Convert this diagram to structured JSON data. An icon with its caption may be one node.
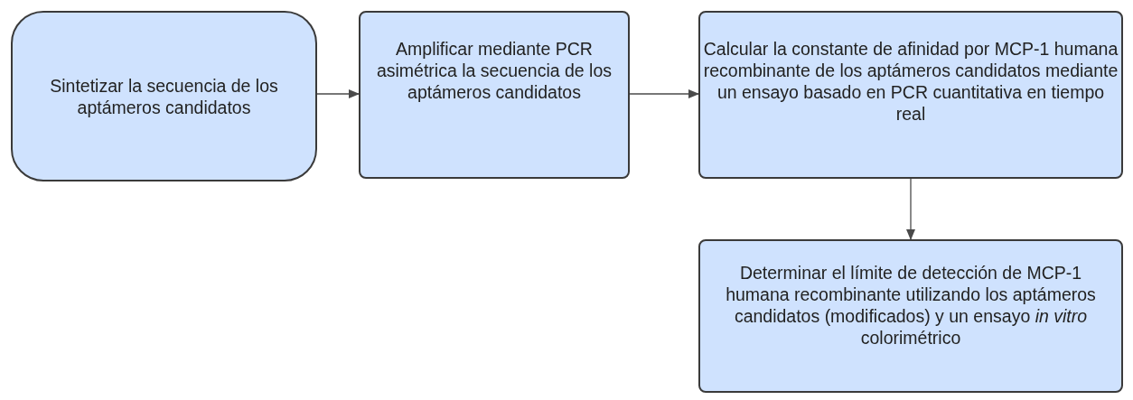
{
  "diagram": {
    "nodes": [
      {
        "text": [
          "Sintetizar la secuencia de los aptámeros candidatos"
        ]
      },
      {
        "text": [
          "Amplificar mediante PCR asimétrica la secuencia de los aptámeros candidatos"
        ]
      },
      {
        "text": [
          "Calcular la constante de afinidad por MCP-1 humana recombinante de los aptámeros candidatos mediante un ensayo basado en PCR cuantitativa en tiempo real"
        ]
      },
      {
        "text": [
          "Determinar el límite de detección de MCP-1 humana recombinante utilizando los aptámeros candidatos (modificados) y un ensayo *in vitro* colorimétrico"
        ]
      }
    ],
    "edges": [
      {
        "from": 0,
        "to": 1,
        "arrow": "to"
      },
      {
        "from": 1,
        "to": 2,
        "arrow": "to"
      },
      {
        "from": 2,
        "to": 3,
        "arrow": "to"
      }
    ]
  }
}
